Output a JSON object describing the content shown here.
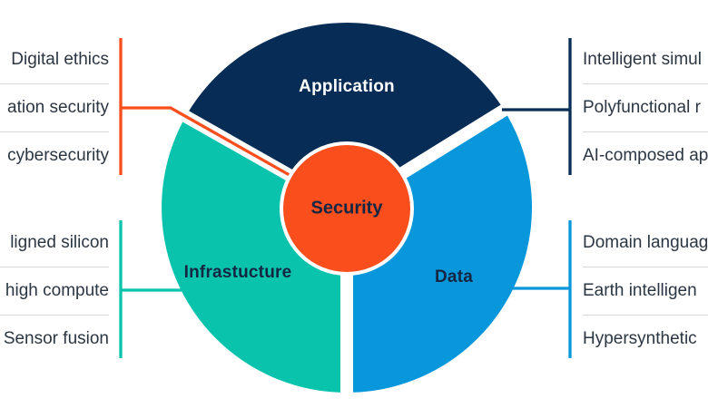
{
  "diagram": {
    "segments": [
      {
        "id": "application",
        "label": "Application",
        "color": "#072C56"
      },
      {
        "id": "infrastructure",
        "label": "Infrastucture",
        "color": "#09C3AD"
      },
      {
        "id": "data",
        "label": "Data",
        "color": "#0997DB"
      }
    ],
    "center": {
      "label": "Security",
      "color": "#FA4E1D",
      "ring_color": "#ffffff"
    },
    "label_dark_color": "#132642",
    "label_light_color": "#ffffff"
  },
  "side_groups": {
    "top_left": {
      "accent": "#FA4E1D",
      "items": [
        "Digital ethics",
        "ation security",
        "cybersecurity"
      ]
    },
    "bottom_left": {
      "accent": "#09C3AD",
      "items": [
        "ligned silicon",
        "high compute",
        "Sensor fusion"
      ]
    },
    "top_right": {
      "accent": "#072C56",
      "items": [
        "Intelligent simul",
        "Polyfunctional r",
        "AI-composed ap"
      ]
    },
    "bottom_right": {
      "accent": "#0997DB",
      "items": [
        "Domain languag",
        "Earth intelligen",
        "Hypersynthetic"
      ]
    }
  },
  "styles": {
    "divider_color": "#D8D8D8",
    "side_text_color": "#2B3642",
    "gap_color": "#ffffff"
  }
}
